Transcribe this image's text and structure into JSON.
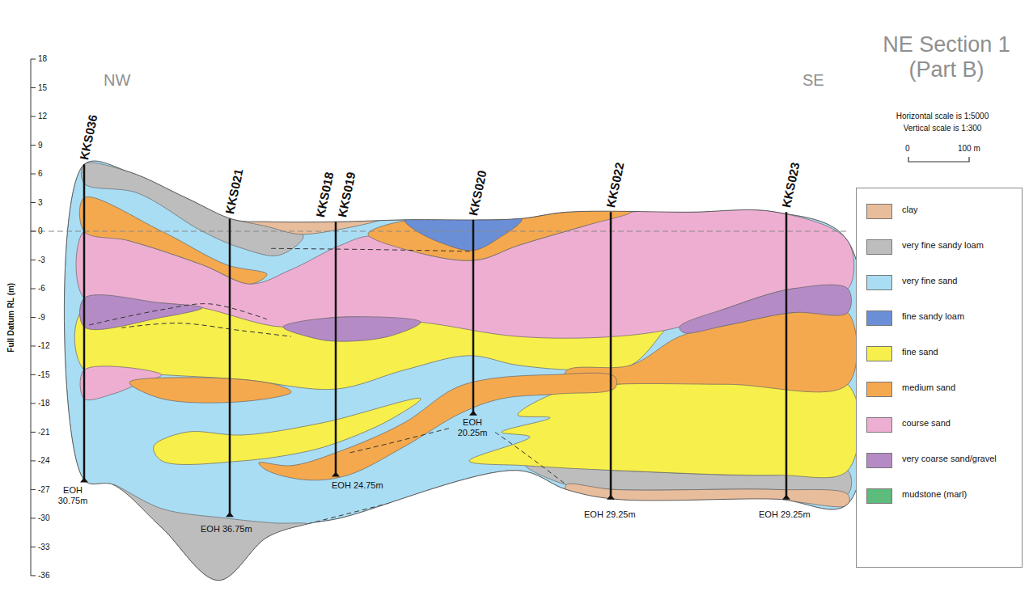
{
  "diagram": {
    "title": "NE Section 1 (Part B)",
    "labels": [
      "NW",
      "SE",
      "KKS036",
      "KKS021",
      "KKS018",
      "KKS019",
      "KKS020",
      "KKS022",
      "KKS023",
      "EOH 30.75m",
      "EOH 36.75m",
      "EOH 24.75m",
      "EOH 20.25m",
      "EOH 29.25m",
      "EOH 29.25m",
      "Horizontal scale is 1:5000",
      "Vertical scale is 1:300",
      "0",
      "100 m",
      "Full Datum RL (m)",
      "18",
      "15",
      "12",
      "9",
      "6",
      "3",
      "0",
      "-3",
      "-6",
      "-9",
      "-12",
      "-15",
      "-18",
      "-21",
      "-24",
      "-27",
      "-30",
      "-33",
      "-36"
    ],
    "legend": [
      {
        "text": "clay",
        "color": "#e8bd9c"
      },
      {
        "text": "very fine sandy loam",
        "color": "#bdbdbd"
      },
      {
        "text": "very fine sand",
        "color": "#a9ddf3"
      },
      {
        "text": "fine sandy loam",
        "color": "#6b8fd6"
      },
      {
        "text": "fine sand",
        "color": "#f7ef4b"
      },
      {
        "text": "medium sand",
        "color": "#f5a94e"
      },
      {
        "text": "course sand",
        "color": "#eeaed2"
      },
      {
        "text": "very coarse sand/gravel",
        "color": "#b58bc6"
      },
      {
        "text": "mudstone (marl)",
        "color": "#5dbb7c"
      }
    ]
  }
}
